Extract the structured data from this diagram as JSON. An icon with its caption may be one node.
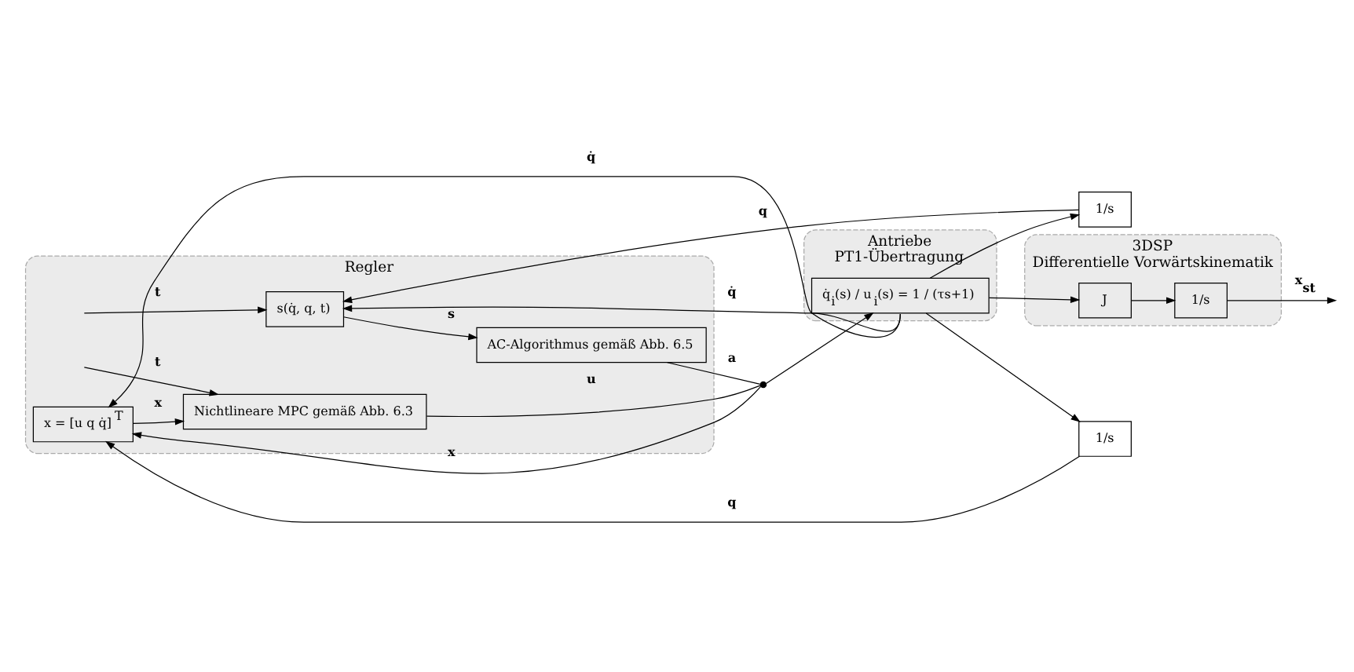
{
  "diagram": {
    "nodes": [
      {
        "text": [
          "Regler"
        ]
      },
      {
        "text": [
          "x = [u q q̇]$^{T}$"
        ],
        "in": 0
      },
      {
        "text": [
          "Nichtlineare MPC gemäß Abb. 6.3"
        ],
        "in": 0
      },
      {
        "text": [
          "AC-Algorithmus gemäß Abb. 6.5"
        ],
        "in": 0
      },
      {
        "text": [
          "s(q̇, q, t)"
        ],
        "in": 0
      },
      {
        "text": [
          "Antriebe",
          "PT1-Übertragung"
        ]
      },
      {
        "text": [
          "q̇$_{i}$(s) / u$_{i}$(s) = 1 / (τs+1)"
        ],
        "in": 5
      },
      {
        "text": [
          "3DSP",
          "Differentielle Vorwärtskinematik"
        ]
      },
      {
        "text": [
          "J"
        ],
        "in": 7
      },
      {
        "text": [
          "1/s"
        ],
        "in": 7
      },
      {
        "text": [
          "1/s"
        ]
      },
      {
        "text": [
          "1/s"
        ]
      },
      {
        "text": [],
        "shape": "circle"
      }
    ],
    "edges": [
      {
        "from": 2,
        "to": 12,
        "label": "u",
        "arrow": "none"
      },
      {
        "from": 3,
        "to": 12,
        "label": "a",
        "arrow": "none"
      },
      {
        "from": 12,
        "to": 6,
        "arrow": "to"
      },
      {
        "from": 12,
        "to": 1,
        "label": "x",
        "arrow": "to"
      },
      {
        "from": 6,
        "to": 8,
        "arrow": "to"
      },
      {
        "from": 8,
        "to": 9,
        "arrow": "to"
      },
      {
        "from": 9,
        "to": null,
        "label": "x$_{st}$",
        "arrow": "to"
      },
      {
        "from": 6,
        "to": 1,
        "label": "q̇",
        "arrow": "to"
      },
      {
        "from": 6,
        "to": 10,
        "arrow": "to"
      },
      {
        "from": 10,
        "to": 1,
        "label": "q",
        "arrow": "to"
      },
      {
        "from": 1,
        "to": 2,
        "label": "x",
        "arrow": "to"
      },
      {
        "from": null,
        "to": 2,
        "label": "t",
        "arrow": "to"
      },
      {
        "from": 4,
        "to": 3,
        "label": "s",
        "arrow": "to"
      },
      {
        "from": 6,
        "to": 4,
        "label": "q̇",
        "arrow": "to"
      },
      {
        "from": 6,
        "to": 11,
        "arrow": "to"
      },
      {
        "from": 11,
        "to": 4,
        "label": "q",
        "arrow": "to"
      },
      {
        "from": null,
        "to": 4,
        "label": "t",
        "arrow": "to"
      }
    ]
  }
}
